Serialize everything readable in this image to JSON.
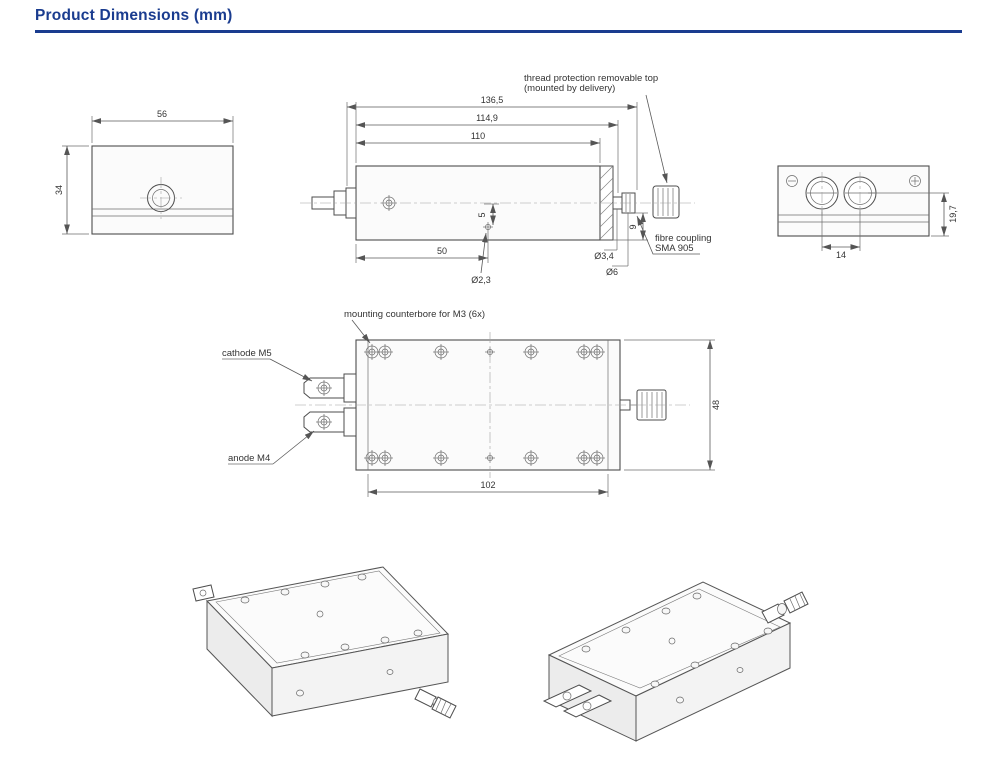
{
  "colors": {
    "accent": "#1a3c8f"
  },
  "page": {
    "title": "Product Dimensions (mm)"
  },
  "end_view_left": {
    "dim_width": "56",
    "dim_height": "34"
  },
  "side_view": {
    "dim_overall": "136,5",
    "dim_thread": "114,9",
    "dim_body": "110",
    "dim_hole_x": "50",
    "dim_hole_y": "5",
    "dim_coupling": "9",
    "dia_hole": "Ø2,3",
    "dia_pin": "Ø3,4",
    "dia_coupling": "Ø6",
    "note_thread_1": "thread protection removable top",
    "note_thread_2": "(mounted by delivery)",
    "note_fibre_1": "fibre coupling",
    "note_fibre_2": "SMA 905"
  },
  "end_view_right": {
    "dim_height": "19,7",
    "dim_spacing": "14"
  },
  "top_view": {
    "note_counterbore": "mounting counterbore for M3 (6x)",
    "label_cathode": "cathode M5",
    "label_anode": "anode M4",
    "dim_length": "102",
    "dim_width": "48"
  }
}
